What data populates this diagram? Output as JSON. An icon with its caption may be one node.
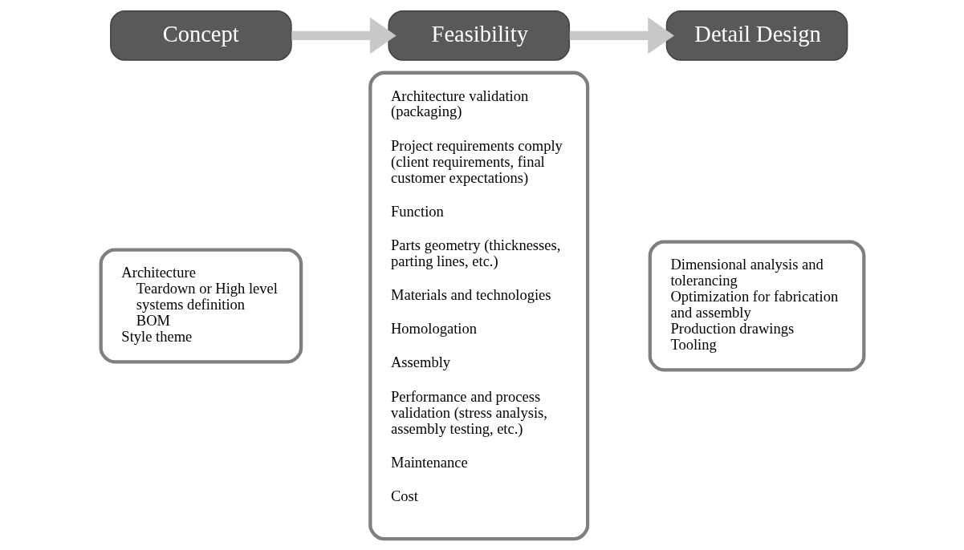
{
  "diagram": {
    "nodes": [
      {
        "text": [
          "Concept"
        ]
      },
      {
        "text": [
          "Architecture",
          "Teardown or High level systems definition",
          "BOM",
          "Style theme"
        ]
      },
      {
        "text": [
          "Feasibility"
        ]
      },
      {
        "text": [
          "Architecture validation (packaging)",
          "Project requirements comply (client requirements, final customer expectations)",
          "Function",
          "Parts geometry (thicknesses, parting lines, etc.)",
          "Materials and technologies",
          "Homologation",
          "Assembly",
          "Performance and process validation (stress analysis, assembly testing, etc.)",
          "Maintenance",
          "Cost"
        ]
      },
      {
        "text": [
          "Detail Design"
        ]
      },
      {
        "text": [
          "Dimensional analysis and tolerancing",
          "Optimization for fabrication and assembly",
          "Production drawings",
          "Tooling"
        ]
      }
    ],
    "edges": [
      {
        "from": 0,
        "to": 2,
        "arrow": "to"
      },
      {
        "from": 2,
        "to": 4,
        "arrow": "to"
      }
    ]
  }
}
